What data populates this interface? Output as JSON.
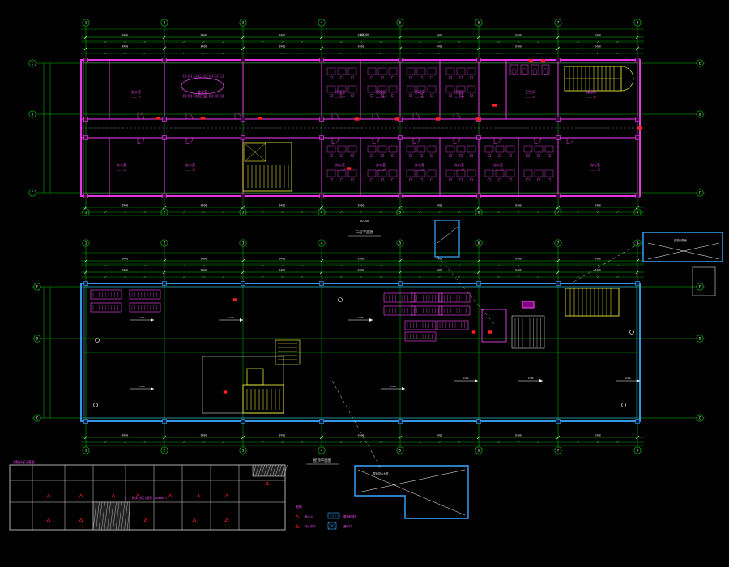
{
  "drawing": {
    "background": "#000000",
    "colors": {
      "grid": "#00c800",
      "grid_bubble": "#e8e8e8",
      "wall_upper": "#ff3cff",
      "wall_lower": "#38a8ff",
      "room_text": "#ff4cff",
      "dim": "#d8d8d8",
      "stair": "#ffff40",
      "red_mark": "#ff2020",
      "leader": "#ffffff",
      "equip": "#ff4cff"
    },
    "grid_columns": [
      "1",
      "2",
      "3",
      "4",
      "5",
      "6",
      "7",
      "8"
    ],
    "grid_rows_upper": [
      "E",
      "D",
      "C"
    ],
    "grid_rows_lower": [
      "E",
      "D",
      "C"
    ],
    "dim_top_total": "62700",
    "dim_bottom_total": "62700",
    "bay_dims": [
      "8400",
      "8400",
      "8400",
      "8400",
      "8400",
      "8400",
      "8400"
    ],
    "upper_title": "二层平面图",
    "upper_rooms_top": [
      "办公室",
      "会议室",
      "",
      "经理室",
      "经理室",
      "经理室",
      "经理室",
      "卫生间",
      "楼梯间"
    ],
    "upper_rooms_bottom": [
      "办公室",
      "办公室",
      "",
      "办公室",
      "办公室",
      "办公室",
      "办公室",
      "办公室",
      "办公室"
    ],
    "lower_title": "屋顶平面图",
    "detail_labels": [
      "屋面排水大样",
      "楼梯间屋面"
    ],
    "legend": {
      "title": "图例",
      "items": [
        "雨水斗",
        "排水方向",
        "屋面检修孔",
        "通风口"
      ]
    },
    "key_plan_title": "消防分区示意图",
    "key_plan_note": "A - 防火分区(面积 1200m²)"
  }
}
